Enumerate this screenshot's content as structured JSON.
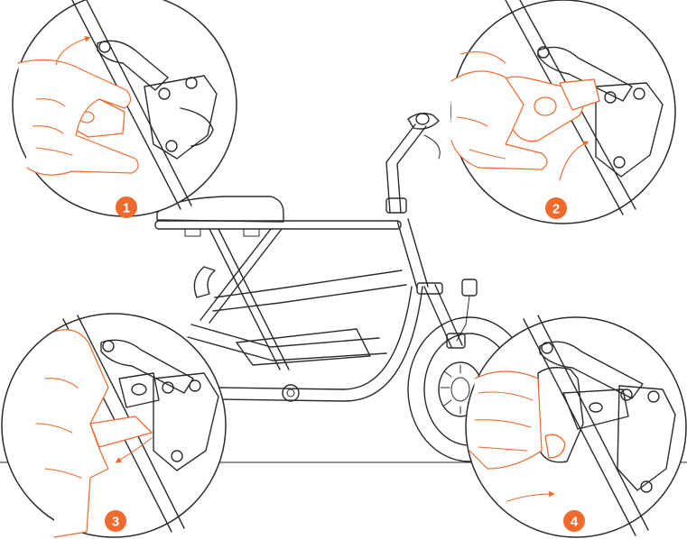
{
  "accent_color": "#ef6a2c",
  "line_color": "#2b2b2b",
  "steps": [
    {
      "number": "1",
      "arrow": "rotate-up-left"
    },
    {
      "number": "2",
      "arrow": "rotate-up-right"
    },
    {
      "number": "3",
      "arrow": "rotate-down-left"
    },
    {
      "number": "4",
      "arrow": "push-right"
    }
  ]
}
